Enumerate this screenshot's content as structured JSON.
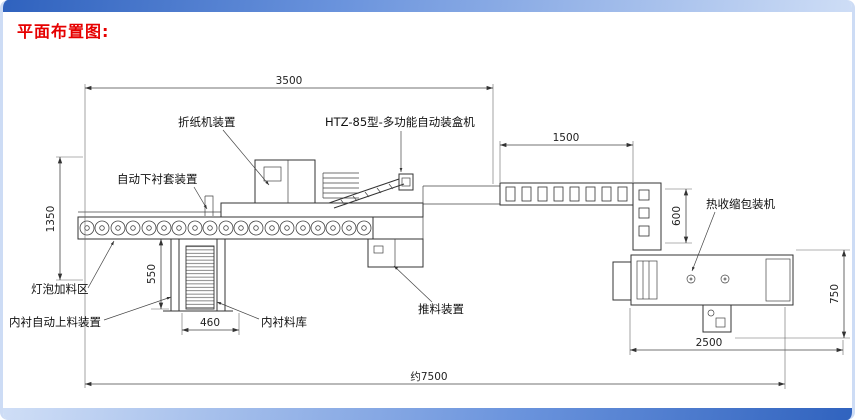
{
  "page": {
    "title": "平面布置图:"
  },
  "labels": {
    "folding_device": "折纸机装置",
    "cartoning_machine": "HTZ-85型-多功能自动装盒机",
    "liner_sleeve_device": "自动下衬套装置",
    "bulb_feeding_area": "灯泡加料区",
    "liner_feeding_device": "内衬自动上料装置",
    "liner_magazine": "内衬料库",
    "pushing_device": "推料装置",
    "shrink_wrapping_machine": "热收缩包装机"
  },
  "dimensions": {
    "top_span": "3500",
    "outfeed_conveyor": "1500",
    "line_width": "1350",
    "magazine_height": "550",
    "turn_unit_height": "600",
    "wrapper_depth": "750",
    "magazine_width": "460",
    "wrapper_length": "2500",
    "total_length": "约7500"
  },
  "colors": {
    "title_red": "#e60000",
    "frame_blue": "#3c6fc4",
    "line": "#333333"
  }
}
